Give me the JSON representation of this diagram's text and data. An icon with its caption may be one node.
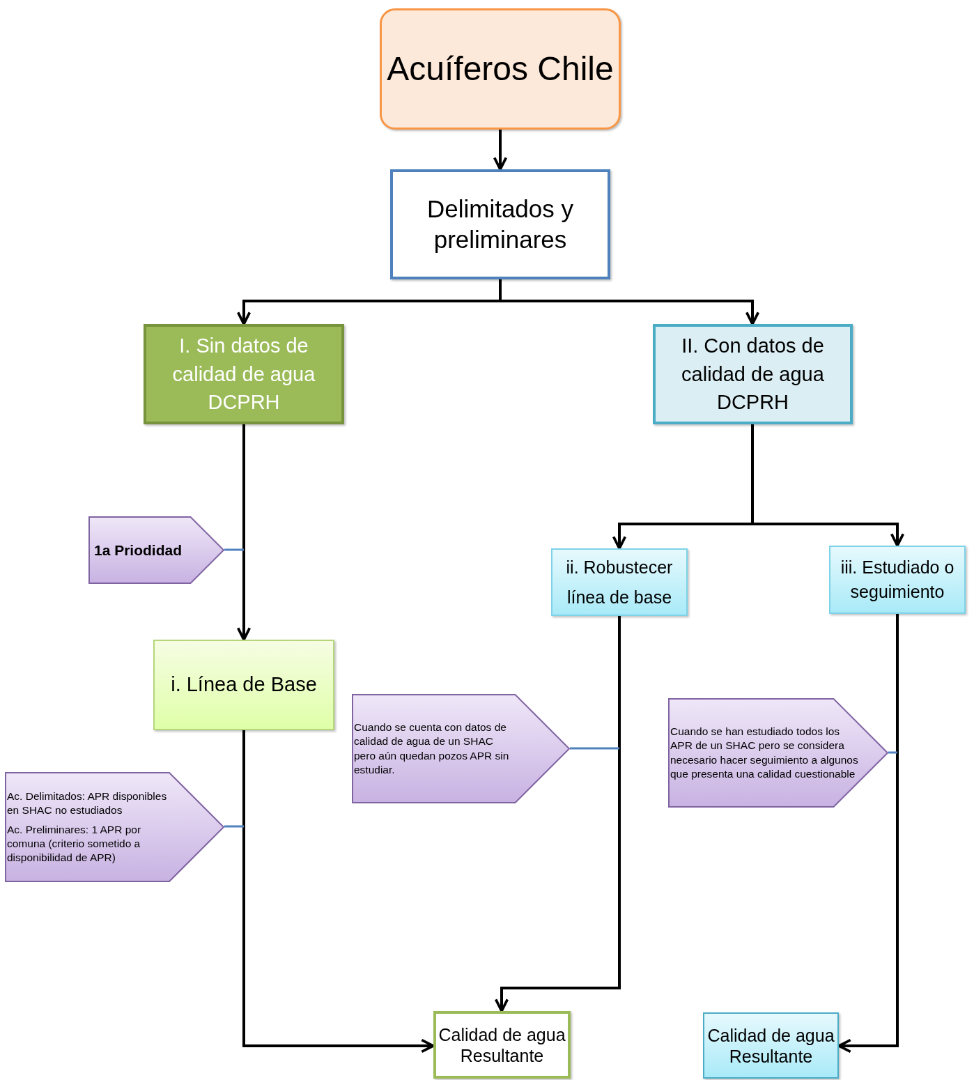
{
  "diagram": {
    "nodes": [
      {
        "text": [
          "Acuíferos Chile"
        ]
      },
      {
        "text": [
          "Delimitados y preliminares"
        ]
      },
      {
        "text": [
          "I. Sin datos de calidad de agua DCPRH"
        ]
      },
      {
        "text": [
          "II. Con datos de calidad de agua DCPRH"
        ]
      },
      {
        "text": [
          "1a Priodidad"
        ]
      },
      {
        "text": [
          "ii. Robustecer línea de base"
        ]
      },
      {
        "text": [
          "iii. Estudiado o seguimiento"
        ]
      },
      {
        "text": [
          "i. Línea de Base"
        ]
      },
      {
        "text": [
          "Cuando  se cuenta con datos de calidad de agua de un SHAC pero aún quedan pozos APR sin estudiar."
        ]
      },
      {
        "text": [
          "Cuando se han estudiado todos los APR de un SHAC pero se considera necesario hacer seguimiento a algunos que presenta una calidad cuestionable"
        ]
      },
      {
        "text": [
          "Ac. Delimitados: APR disponibles en SHAC no estudiados",
          "Ac. Preliminares: 1 APR por comuna (criterio sometido a disponibilidad de APR)"
        ]
      },
      {
        "text": [
          "Calidad de agua Resultante"
        ]
      },
      {
        "text": [
          "Calidad de agua Resultante"
        ]
      }
    ],
    "edges": [
      {
        "from": 0,
        "to": 1,
        "arrow": "to"
      },
      {
        "from": 1,
        "to": 2,
        "arrow": "to"
      },
      {
        "from": 1,
        "to": 3,
        "arrow": "to"
      },
      {
        "from": 2,
        "to": 7,
        "arrow": "to"
      },
      {
        "from": 3,
        "to": 5,
        "arrow": "to"
      },
      {
        "from": 3,
        "to": 6,
        "arrow": "to"
      },
      {
        "from": 7,
        "to": 11,
        "arrow": "to"
      },
      {
        "from": 5,
        "to": 11,
        "arrow": "to"
      },
      {
        "from": 6,
        "to": 12,
        "arrow": "to"
      },
      {
        "from": 4,
        "to": null,
        "arrow": "none",
        "color": "#4f81bd"
      },
      {
        "from": 8,
        "to": null,
        "arrow": "none",
        "color": "#4f81bd"
      },
      {
        "from": 9,
        "to": null,
        "arrow": "none",
        "color": "#4f81bd"
      },
      {
        "from": 10,
        "to": null,
        "arrow": "none",
        "color": "#4f81bd"
      }
    ]
  }
}
